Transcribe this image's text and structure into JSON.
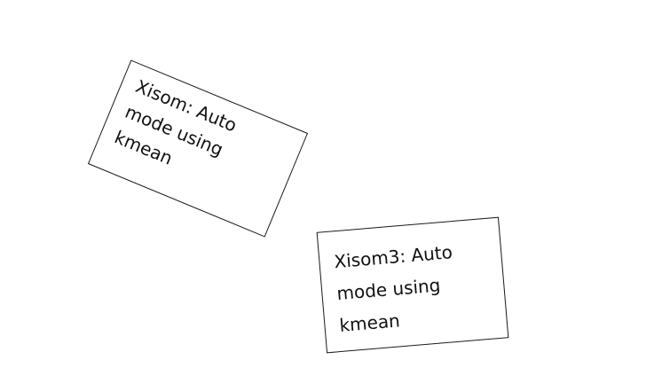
{
  "notes": [
    {
      "lines": [
        "Xisom: Auto",
        "mode using",
        "kmean"
      ]
    },
    {
      "lines": [
        "Xisom3: Auto",
        "mode using",
        "kmean"
      ]
    }
  ]
}
